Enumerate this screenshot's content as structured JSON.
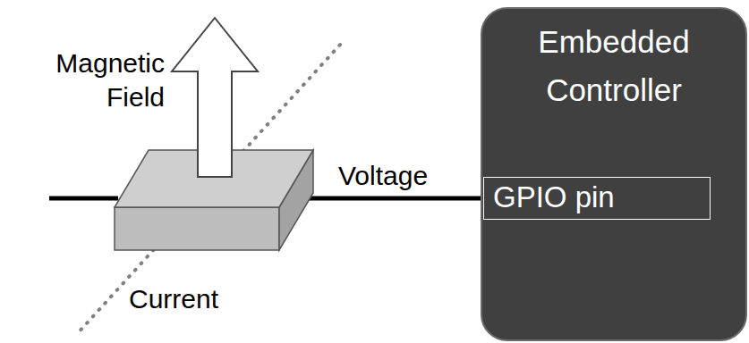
{
  "diagram": {
    "nodes": [
      {
        "text": [
          "Embedded Controller"
        ]
      },
      {
        "text": [
          "GPIO pin"
        ],
        "in": 0
      }
    ],
    "labels": [
      "Magnetic Field",
      "Voltage",
      "Current"
    ]
  }
}
